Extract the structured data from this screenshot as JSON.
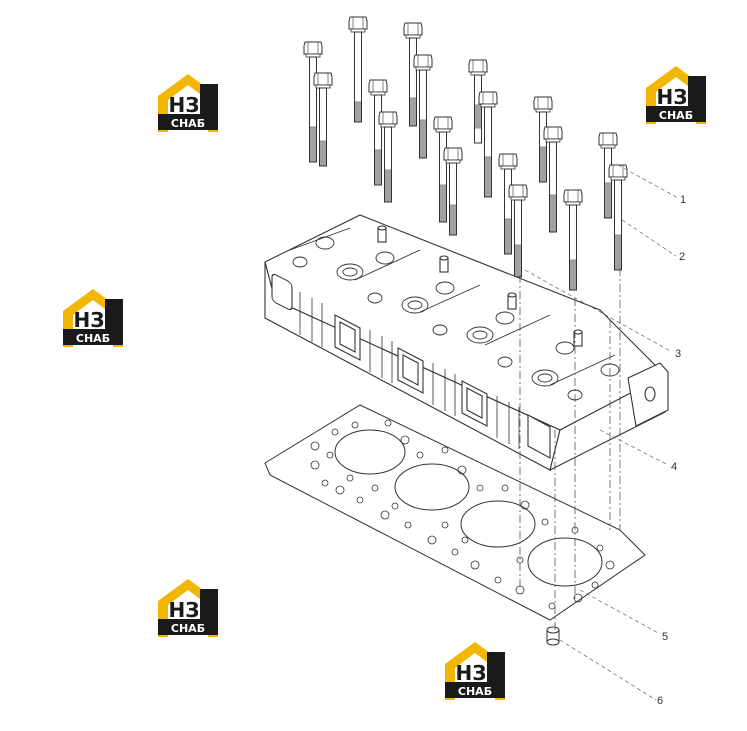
{
  "logo": {
    "mark": "НЗ",
    "caption": "СНАБ",
    "colors": {
      "yellow": "#f2b705",
      "dark": "#1a1a1a",
      "white": "#ffffff"
    }
  },
  "callouts": [
    {
      "label": "1"
    },
    {
      "label": "2"
    },
    {
      "label": "3"
    },
    {
      "label": "4"
    },
    {
      "label": "5"
    },
    {
      "label": "6"
    }
  ],
  "colors": {
    "line": "#333333",
    "leader": "#555555",
    "background": "#ffffff"
  }
}
